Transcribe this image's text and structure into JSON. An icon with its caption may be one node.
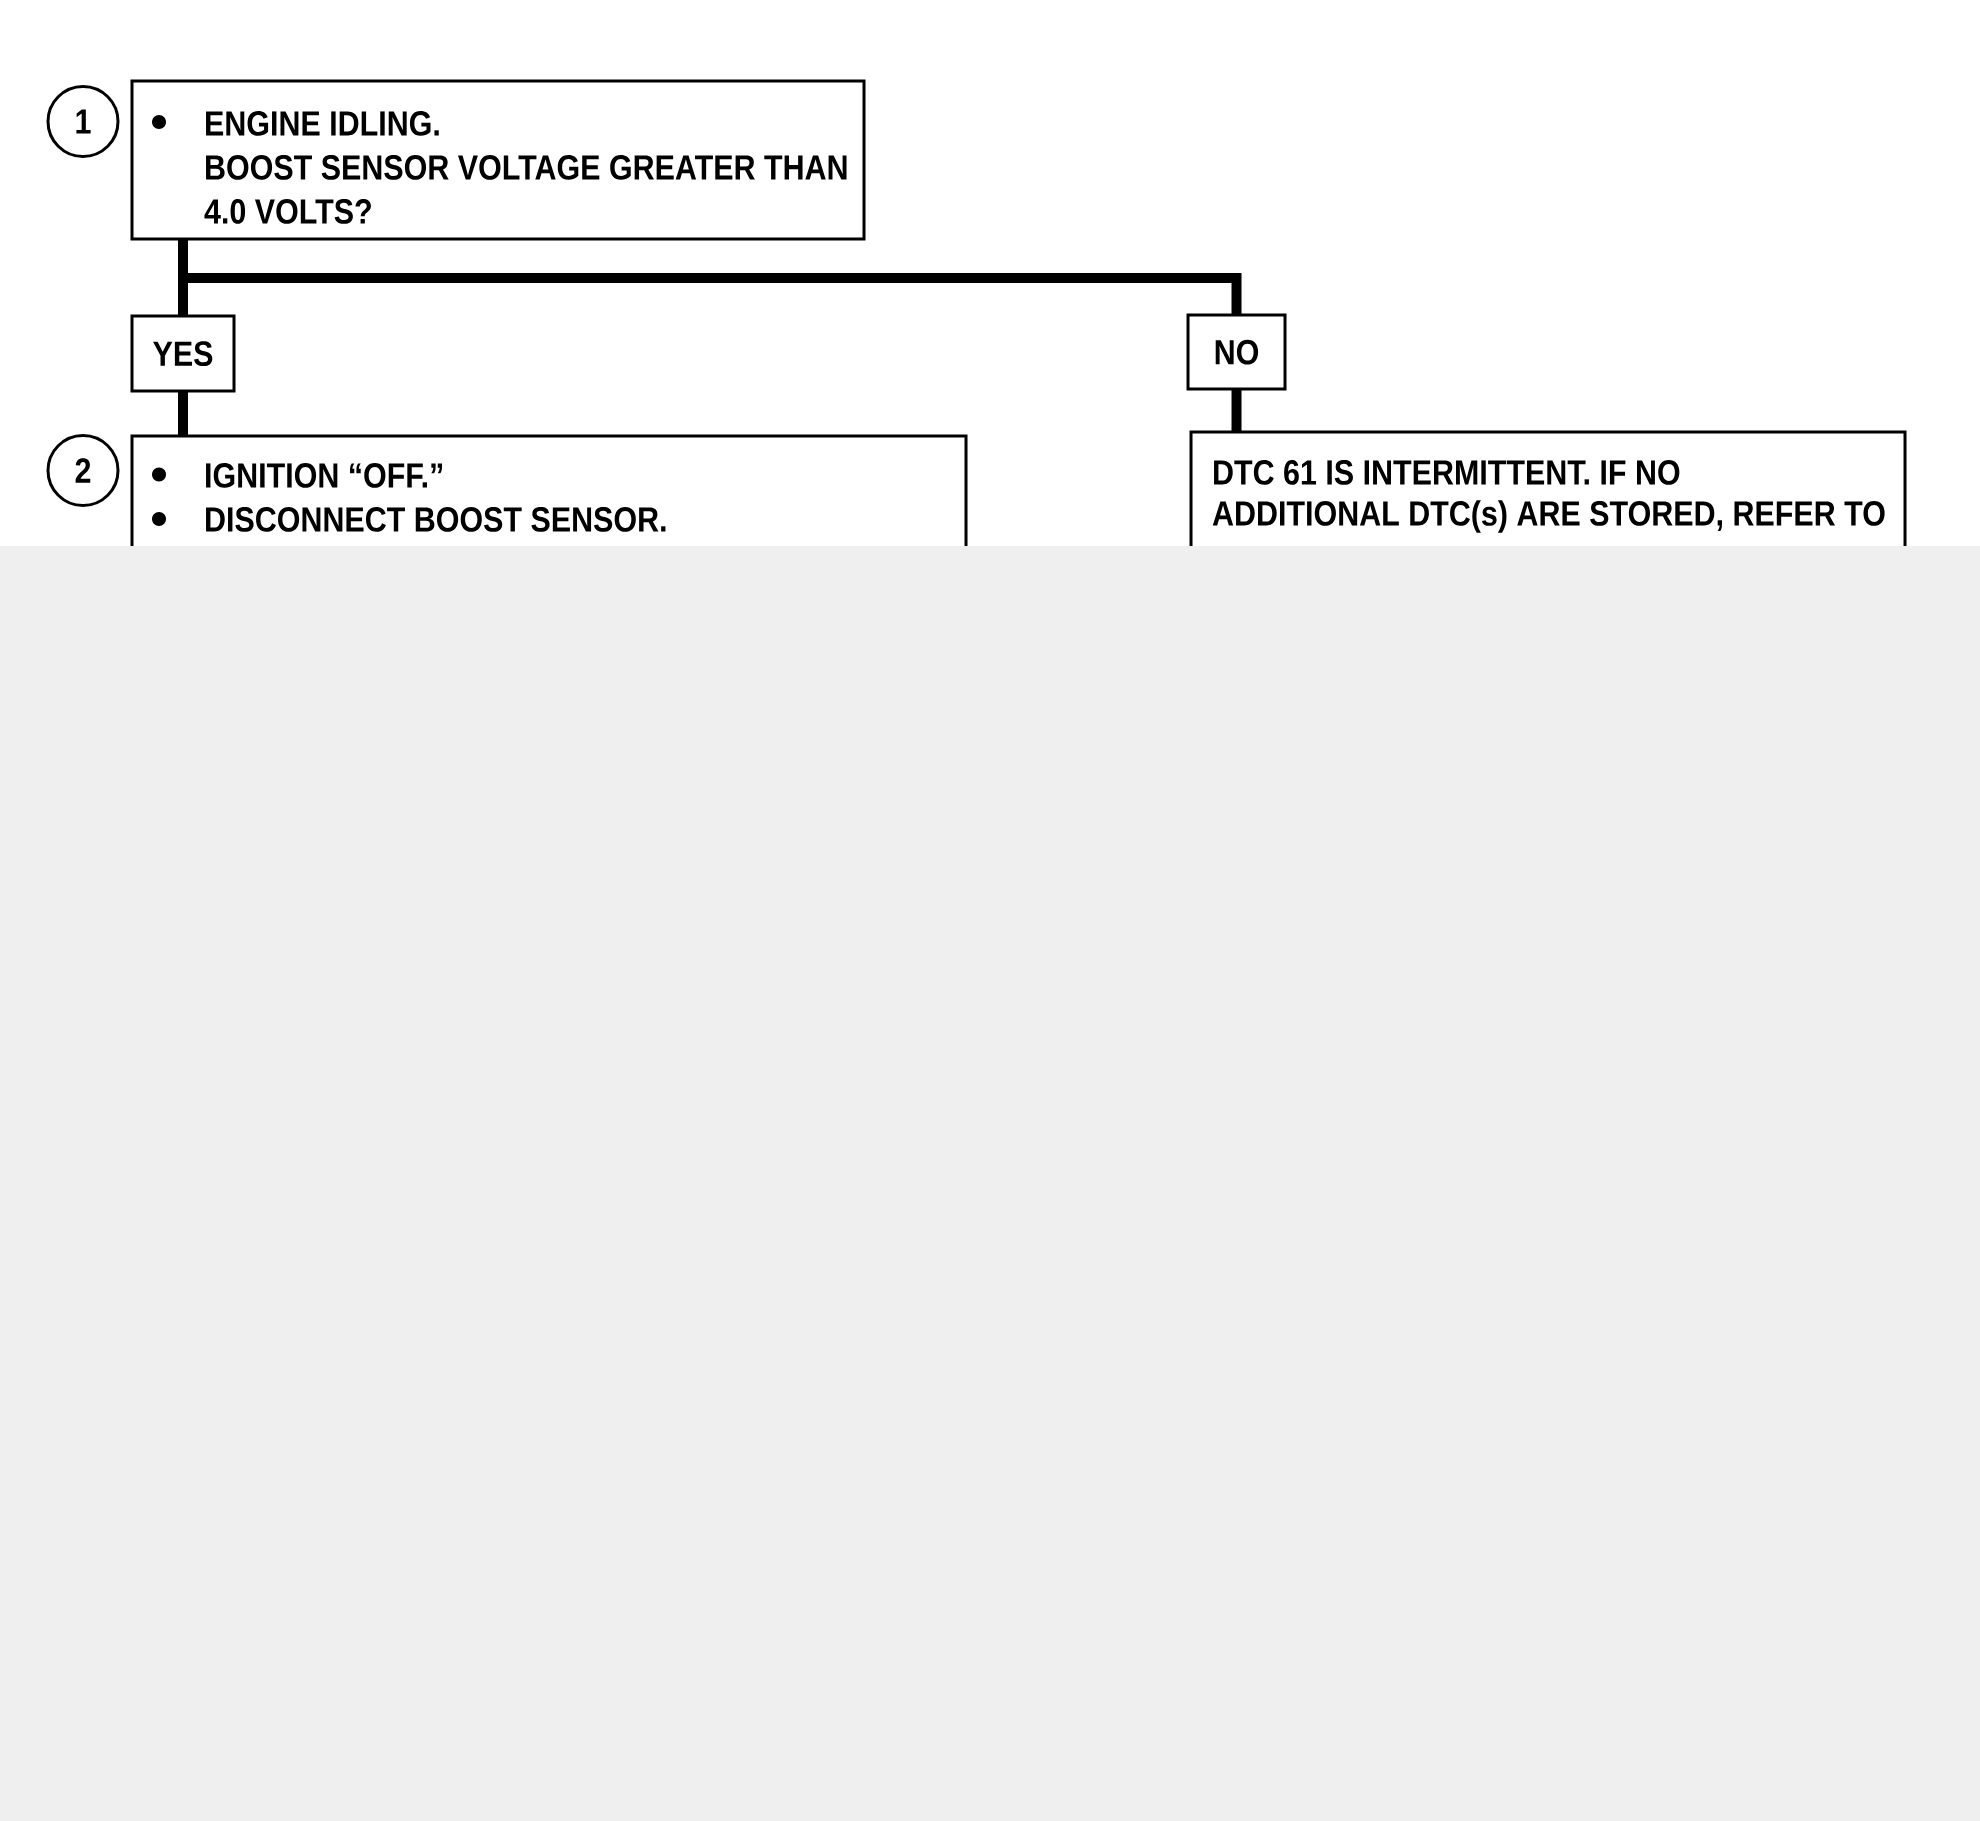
{
  "diagram": {
    "nodes": [
      {
        "text": [
          "1"
        ]
      },
      {
        "text": [
          "ENGINE IDLING.",
          "BOOST SENSOR VOLTAGE GREATER THAN 4.0 VOLTS?"
        ]
      },
      {
        "text": [
          "YES"
        ]
      },
      {
        "text": [
          "NO"
        ]
      },
      {
        "text": [
          "2"
        ]
      },
      {
        "text": [
          "IGNITION “OFF.”",
          "DISCONNECT BOOST SENSOR."
        ]
      },
      {
        "text": [
          "DTC 61 IS INTERMITTENT. IF NO ADDITIONAL DTC(s) ARE STORED, REFER TO"
        ]
      }
    ],
    "edges": [
      {
        "from": 1,
        "to": 2,
        "arrow": "none"
      },
      {
        "from": 1,
        "to": 3,
        "arrow": "none"
      },
      {
        "from": 2,
        "to": 5,
        "arrow": "none"
      },
      {
        "from": 3,
        "to": 6,
        "arrow": "none"
      }
    ]
  }
}
